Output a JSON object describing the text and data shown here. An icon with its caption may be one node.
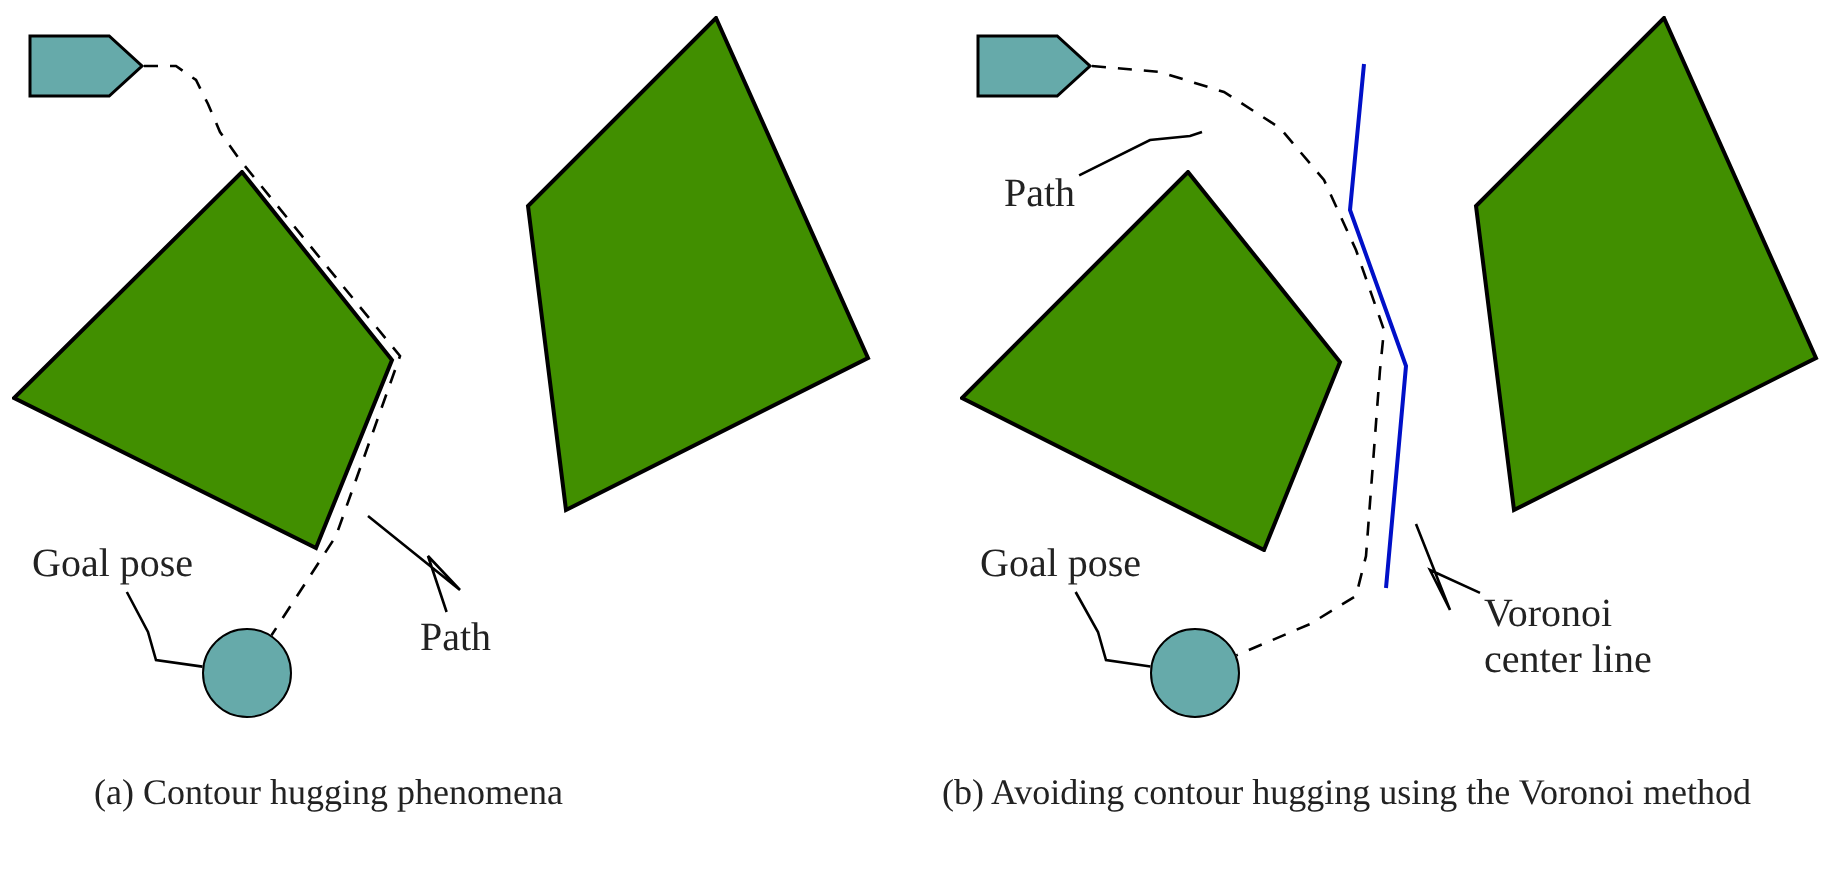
{
  "diagram": {
    "nodes": [
      {
        "text": [],
        "shape": "pentagon"
      },
      {
        "text": [],
        "shape": "circle"
      },
      {
        "text": [
          "Goal pose"
        ]
      },
      {
        "text": [
          "Path"
        ]
      },
      {
        "text": [],
        "shape": "pentagon"
      },
      {
        "text": [],
        "shape": "circle"
      },
      {
        "text": [
          "Goal pose"
        ]
      },
      {
        "text": [
          "Path"
        ]
      },
      {
        "text": [
          "Voronoi center line"
        ]
      },
      {
        "text": [],
        "shape": "polygon"
      },
      {
        "text": [],
        "shape": "polygon"
      },
      {
        "text": [],
        "shape": "polygon"
      },
      {
        "text": [],
        "shape": "polygon"
      }
    ],
    "edges": [
      {
        "from": 0,
        "to": 1,
        "arrow": "none",
        "style": "dashed"
      },
      {
        "from": 2,
        "to": 1,
        "arrow": "none"
      },
      {
        "from": 3,
        "to": null,
        "arrow": "none"
      },
      {
        "from": 4,
        "to": 5,
        "arrow": "none",
        "style": "dashed"
      },
      {
        "from": 6,
        "to": 5,
        "arrow": "none"
      },
      {
        "from": 7,
        "to": null,
        "arrow": "none"
      },
      {
        "from": 8,
        "to": null,
        "arrow": "none"
      }
    ],
    "labels": [
      "(a) Contour hugging phenomena",
      "(b) Avoiding contour hugging using the Voronoi method"
    ]
  }
}
